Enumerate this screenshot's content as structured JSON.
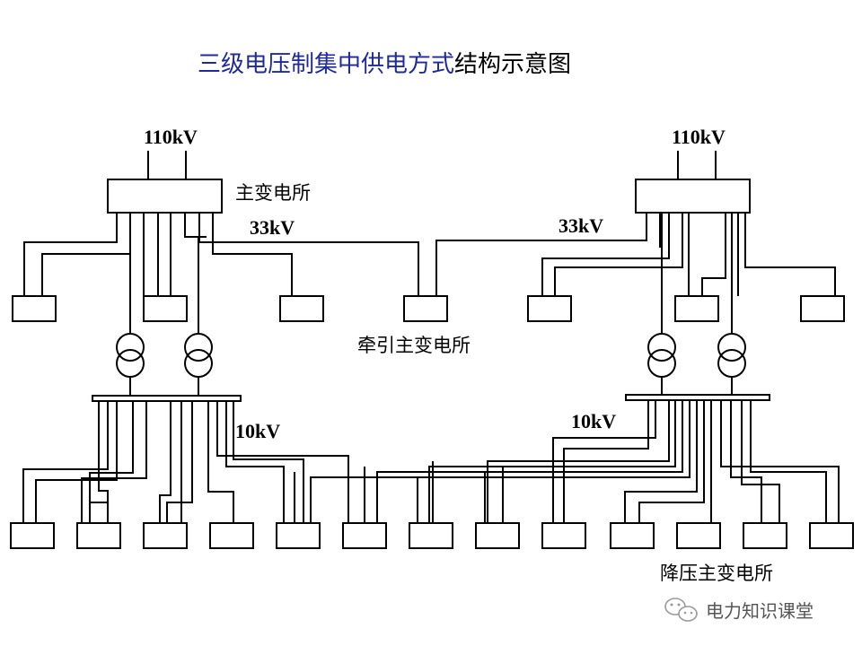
{
  "title": {
    "part1": "三级电压制集中供电方式",
    "part2": "结构示意图"
  },
  "colors": {
    "title_part1": "#1f2a9a",
    "title_part2": "#000000",
    "lines": "#000000",
    "background": "#ffffff"
  },
  "labels": {
    "hv_left": "110kV",
    "hv_right": "110kV",
    "mv_left": "33kV",
    "mv_right": "33kV",
    "lv_left": "10kV",
    "lv_right": "10kV",
    "main_substation": "主变电所",
    "traction_substation": "牵引主变电所",
    "stepdown_substation": "降压主变电所"
  },
  "watermark": {
    "icon": "wechat-icon",
    "text": "电力知识课堂"
  }
}
